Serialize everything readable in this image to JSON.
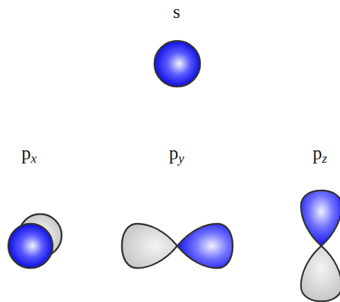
{
  "diagram": {
    "labels": [
      "s",
      "px",
      "py",
      "pz"
    ]
  }
}
